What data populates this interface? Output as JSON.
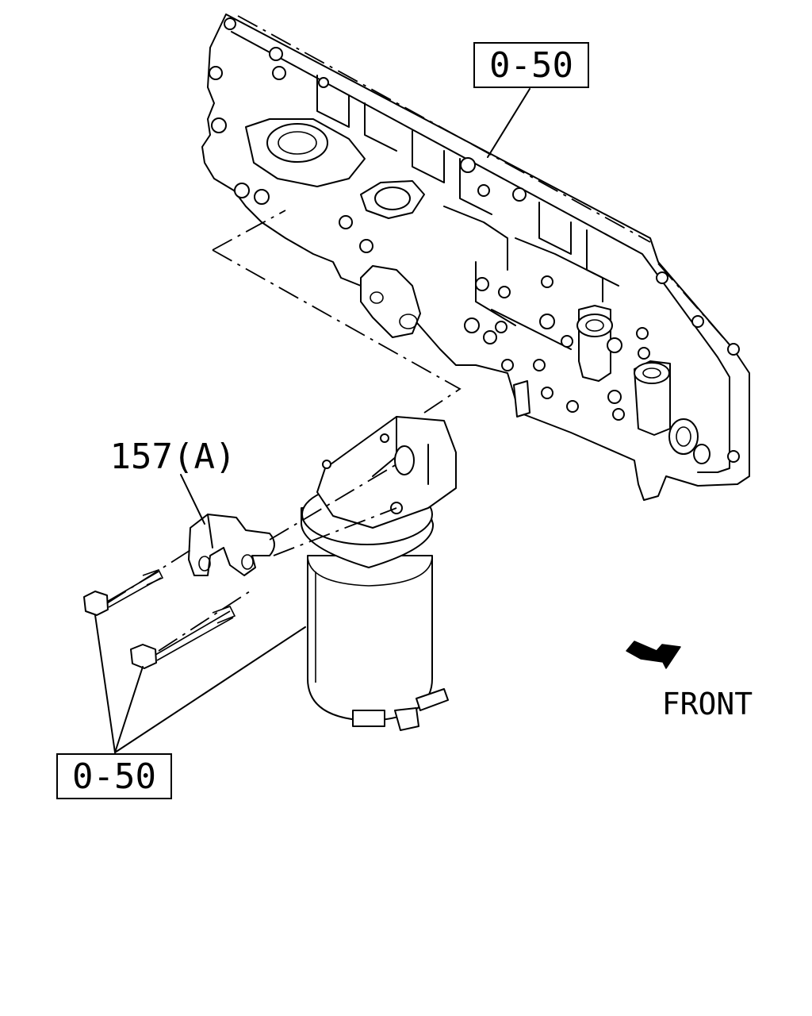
{
  "callouts": {
    "top_ref": "0-50",
    "bottom_ref": "0-50",
    "bracket_ref": "157(A)"
  },
  "direction": {
    "label": "FRONT",
    "arrow_icon": "front-direction-arrow-icon"
  }
}
